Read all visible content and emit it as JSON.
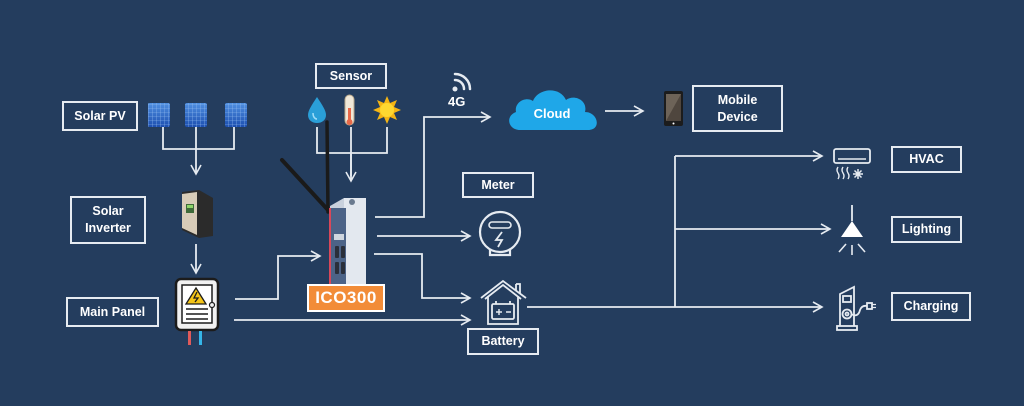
{
  "diagram": {
    "title": "ICO300 Energy Management System",
    "colors": {
      "background": "#243d5e",
      "line": "#e6ebf1",
      "accent_orange": "#f28c38",
      "cloud_blue": "#1fa7e8"
    },
    "labels": {
      "solar_pv": "Solar PV",
      "solar_inverter": "Solar\nInverter",
      "main_panel": "Main Panel",
      "sensor": "Sensor",
      "connectivity": "4G",
      "cloud": "Cloud",
      "mobile_device": "Mobile\nDevice",
      "meter": "Meter",
      "battery": "Battery",
      "gateway": "ICO300",
      "hvac": "HVAC",
      "lighting": "Lighting",
      "charging": "Charging"
    },
    "icons": {
      "solar_panels": "solar-panel-icon",
      "inverter": "solar-inverter-icon",
      "panel": "electrical-panel-icon",
      "sensors": [
        "water-drop-icon",
        "thermometer-icon",
        "sun-icon"
      ],
      "wifi": "wireless-signal-icon",
      "cloud": "cloud-icon",
      "tablet": "tablet-icon",
      "meter": "electric-meter-icon",
      "battery": "house-battery-icon",
      "hvac": "air-conditioner-icon",
      "lighting": "ceiling-lamp-icon",
      "charging": "ev-charger-icon"
    },
    "connections": [
      {
        "from": "Solar PV",
        "to": "Solar Inverter"
      },
      {
        "from": "Solar Inverter",
        "to": "Main Panel"
      },
      {
        "from": "Main Panel",
        "to": "ICO300"
      },
      {
        "from": "Main Panel",
        "to": "Battery"
      },
      {
        "from": "Sensor",
        "to": "ICO300"
      },
      {
        "from": "ICO300",
        "to": "Cloud",
        "via": "4G"
      },
      {
        "from": "Cloud",
        "to": "Mobile Device"
      },
      {
        "from": "ICO300",
        "to": "Meter"
      },
      {
        "from": "ICO300",
        "to": "Battery"
      },
      {
        "from": "Battery",
        "to": "HVAC"
      },
      {
        "from": "Battery",
        "to": "Lighting"
      },
      {
        "from": "Battery",
        "to": "Charging"
      }
    ]
  }
}
